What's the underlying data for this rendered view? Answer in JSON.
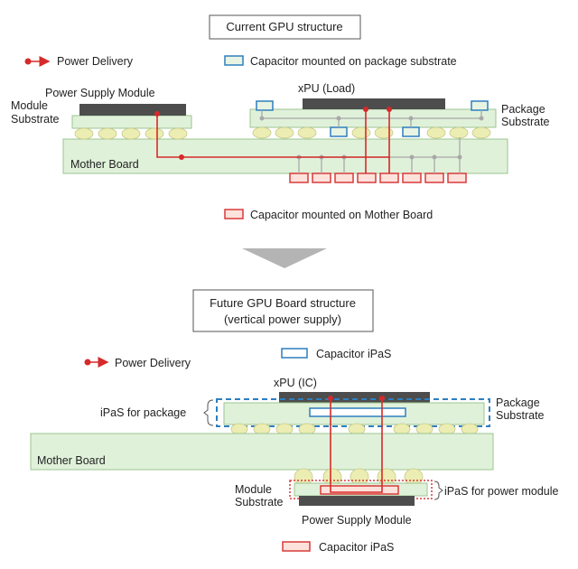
{
  "current": {
    "title": "Current GPU structure",
    "legend_power": "Power Delivery",
    "legend_cap_pkg": "Capacitor mounted on package substrate",
    "power_supply_module": "Power Supply Module",
    "module_substrate_1": "Module",
    "module_substrate_2": "Substrate",
    "xpu": "xPU (Load)",
    "package_substrate_1": "Package",
    "package_substrate_2": "Substrate",
    "mother_board": "Mother Board",
    "legend_cap_mb": "Capacitor mounted on Mother Board"
  },
  "future": {
    "title_1": "Future GPU Board structure",
    "title_2": "(vertical power supply)",
    "legend_cap_ipas": "Capacitor iPaS",
    "legend_power": "Power Delivery",
    "xpu": "xPU (IC)",
    "ipas_package": "iPaS for package",
    "package_substrate_1": "Package",
    "package_substrate_2": "Substrate",
    "mother_board": "Mother Board",
    "module_substrate_1": "Module",
    "module_substrate_2": "Substrate",
    "ipas_power_module": "iPaS for power module",
    "power_supply_module": "Power Supply Module",
    "legend_cap_ipas_bottom": "Capacitor iPaS"
  },
  "colors": {
    "board_fill": "#e0f1da",
    "board_stroke": "#9cc490",
    "solder": "#ecedb2",
    "chip": "#4d4d4d",
    "power": "#d62a2a",
    "cap_blue": "#2d7fbf",
    "cap_red": "#d83a3a",
    "wire_gray": "#a8a8a8",
    "arrow_gray": "#b4b4b4"
  }
}
